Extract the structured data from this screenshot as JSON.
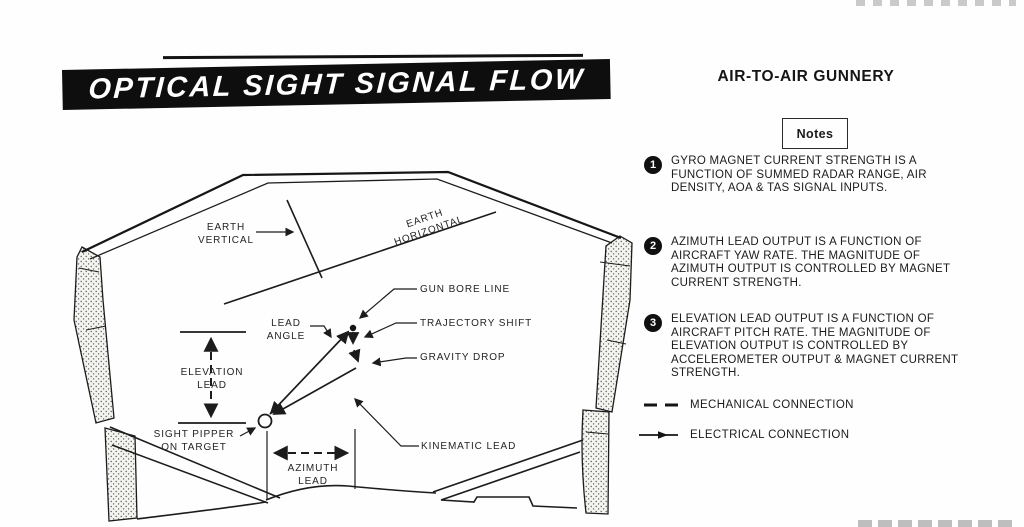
{
  "header": {
    "title_banner": "OPTICAL SIGHT SIGNAL FLOW",
    "section_heading": "AIR-TO-AIR GUNNERY",
    "notes_box_label": "Notes"
  },
  "diagram": {
    "labels": {
      "earth_vertical": "EARTH\nVERTICAL",
      "earth_horizontal": "EARTH\nHORIZONTAL",
      "gun_bore_line": "GUN BORE LINE",
      "trajectory_shift": "TRAJECTORY SHIFT",
      "gravity_drop": "GRAVITY DROP",
      "lead_angle": "LEAD\nANGLE",
      "elevation_lead": "ELEVATION\nLEAD",
      "sight_pipper": "SIGHT PIPPER\nON TARGET",
      "azimuth_lead": "AZIMUTH\nLEAD",
      "kinematic_lead": "KINEMATIC LEAD"
    }
  },
  "notes": [
    {
      "number": "1",
      "text": "GYRO MAGNET CURRENT STRENGTH IS A\nFUNCTION OF SUMMED RADAR RANGE, AIR\nDENSITY, AOA & TAS SIGNAL INPUTS."
    },
    {
      "number": "2",
      "text": "AZIMUTH LEAD OUTPUT IS A FUNCTION OF\nAIRCRAFT YAW RATE.  THE MAGNITUDE OF\nAZIMUTH OUTPUT IS CONTROLLED BY MAGNET\nCURRENT STRENGTH."
    },
    {
      "number": "3",
      "text": "ELEVATION LEAD OUTPUT IS A FUNCTION OF\nAIRCRAFT PITCH RATE.  THE MAGNITUDE OF\nELEVATION OUTPUT IS CONTROLLED BY\nACCELEROMETER OUTPUT & MAGNET CURRENT\nSTRENGTH."
    }
  ],
  "legend": {
    "mechanical": "MECHANICAL CONNECTION",
    "electrical": "ELECTRICAL CONNECTION"
  },
  "colors": {
    "ink": "#1c1c1c",
    "paper": "#fefefe",
    "banner_bg": "#0e0e0e",
    "banner_text": "#ffffff"
  }
}
